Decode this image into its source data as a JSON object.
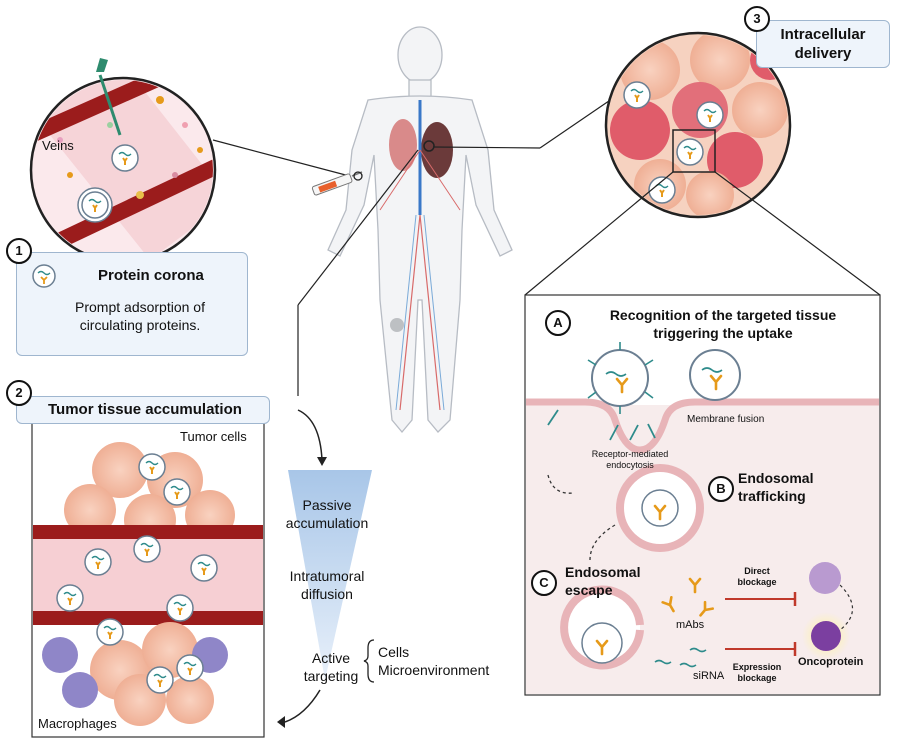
{
  "step1": {
    "number": "1",
    "title": "Protein corona",
    "text": "Prompt adsorption of\ncirculating proteins."
  },
  "veins_label": "Veins",
  "step2": {
    "number": "2",
    "title": "Tumor tissue accumulation",
    "tumor_cells": "Tumor cells",
    "macrophages": "Macrophages"
  },
  "step3": {
    "number": "3",
    "title": "Intracellular\ndelivery"
  },
  "gradient": {
    "passive": "Passive\naccumulation",
    "intratumoral": "Intratumoral\ndiffusion",
    "active": "Active\ntargeting",
    "brace_items": "Cells\nMicroenvironment"
  },
  "panel": {
    "a_letter": "A",
    "a_title": "Recognition of the targeted tissue\ntriggering the uptake",
    "membrane_fusion": "Membrane fusion",
    "receptor": "Receptor-mediated\nendocytosis",
    "b_letter": "B",
    "b_title": "Endosomal\ntrafficking",
    "c_letter": "C",
    "c_title": "Endosomal\nescape",
    "mabs": "mAbs",
    "sirna": "siRNA",
    "direct": "Direct\nblockage",
    "expression": "Expression\nblockage",
    "oncoprotein": "Oncoprotein"
  },
  "colors": {
    "vessel": "#9b1c1c",
    "vessel_inner": "#f3c9c9",
    "cell": "#f2b9a0",
    "cell_dark": "#e05c6a",
    "membrane": "#e8b4b8",
    "box_bg": "#eef4fb",
    "teal": "#2e8b8b",
    "antibody": "#e69a1a",
    "macrophage": "#8f86c8",
    "onco": "#7b3fa0",
    "inhibit": "#c0392b"
  }
}
